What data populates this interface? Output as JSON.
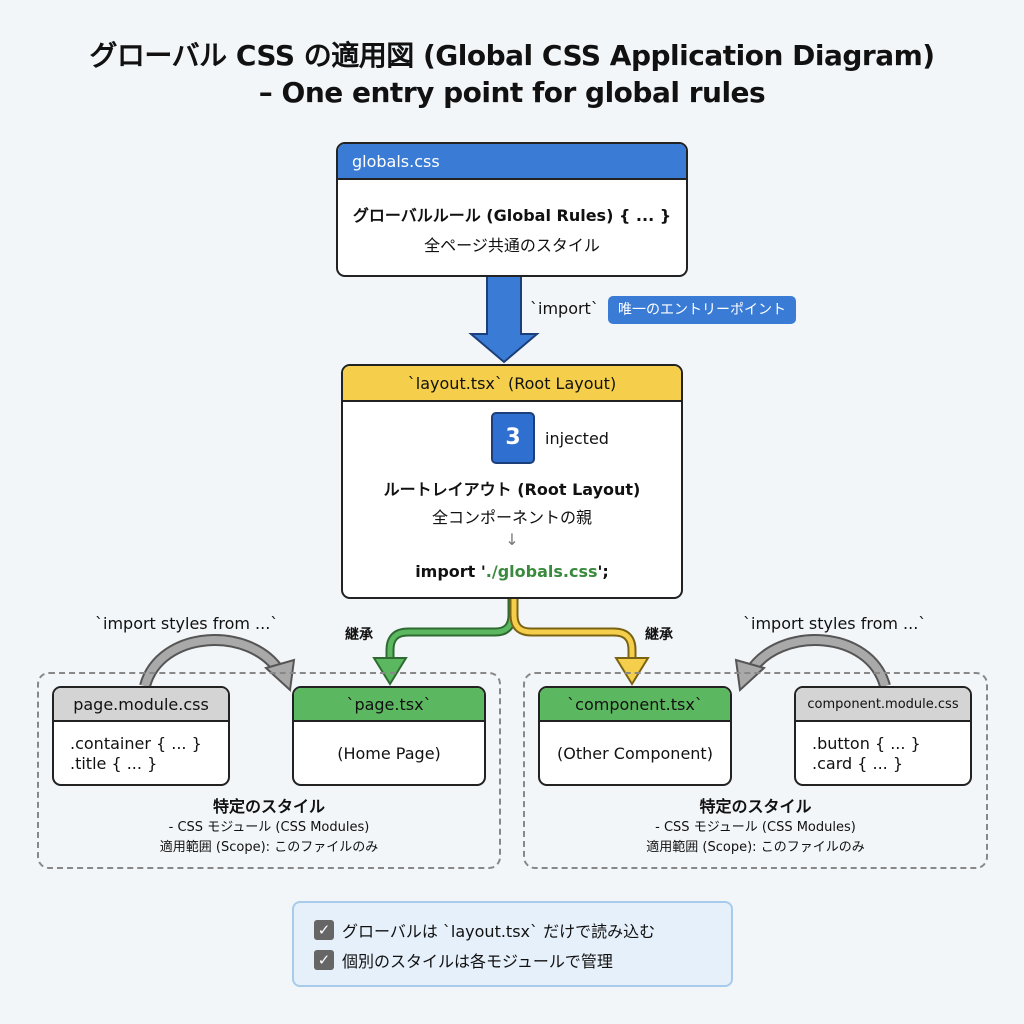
{
  "title": {
    "line1": "グローバル CSS の適用図 (Global CSS Application Diagram)",
    "line2": "– One entry point for global rules"
  },
  "globals": {
    "header": "globals.css",
    "rule": "グローバルルール (Global Rules) { ... }",
    "desc": "全ページ共通のスタイル"
  },
  "import_arrow": {
    "label": "`import`",
    "badge": "唯一のエントリーポイント"
  },
  "layout": {
    "header": "`layout.tsx` (Root Layout)",
    "icon": "css3-file-icon",
    "injected": "injected",
    "name": "ルートレイアウト (Root Layout)",
    "desc": "全コンポーネントの親",
    "down_arrow": "↓",
    "import_kw": "import '",
    "import_path": "./globals.css",
    "import_end": "';"
  },
  "inherit": {
    "left": "継承",
    "right": "継承"
  },
  "left_group": {
    "import_label": "`import styles from ...`",
    "module": {
      "header": "page.module.css",
      "lines": [
        ".container { ... }",
        ".title { ... }"
      ]
    },
    "file": {
      "header": "`page.tsx`",
      "desc": "(Home Page)"
    },
    "caption": [
      "特定のスタイル",
      "- CSS モジュール (CSS Modules)",
      "適用範囲 (Scope): このファイルのみ"
    ]
  },
  "right_group": {
    "import_label": "`import styles from ...`",
    "module": {
      "header": "component.module.css",
      "lines": [
        ".button { ... }",
        ".card { ... }"
      ]
    },
    "file": {
      "header": "`component.tsx`",
      "desc": "(Other Component)"
    },
    "caption": [
      "特定のスタイル",
      "- CSS モジュール (CSS Modules)",
      "適用範囲 (Scope): このファイルのみ"
    ]
  },
  "summary": {
    "items": [
      "グローバルは `layout.tsx` だけで読み込む",
      "個別のスタイルは各モジュールで管理"
    ],
    "check_icon": "checkbox-checked-icon"
  },
  "colors": {
    "blue": "#3a7bd5",
    "yellow": "#f5cf4b",
    "green": "#5cb860",
    "grey": "#d4d4d4"
  }
}
